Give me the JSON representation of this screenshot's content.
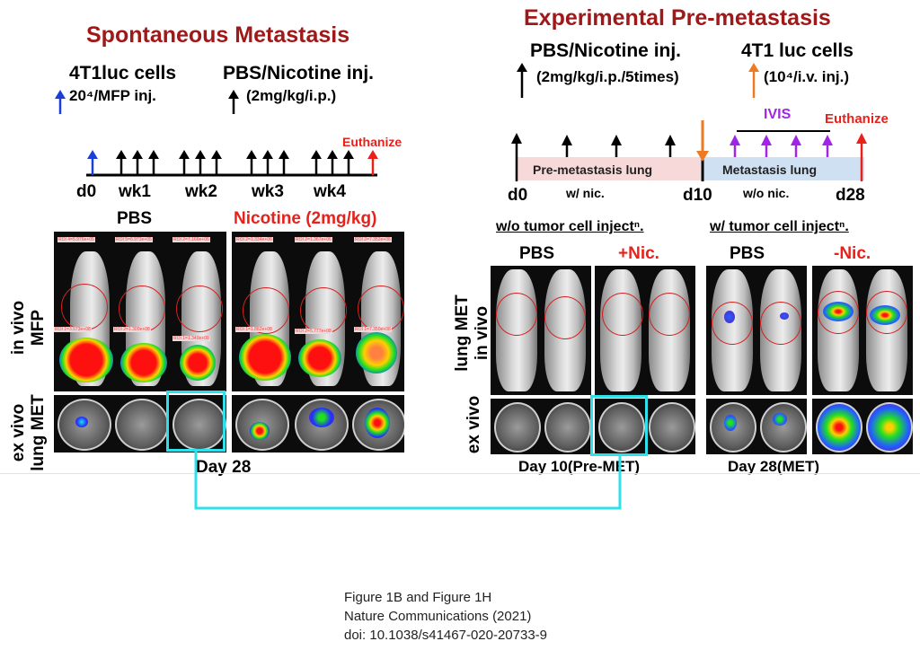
{
  "left": {
    "title": "Spontaneous Metastasis",
    "cells_label": "4T1luc cells",
    "cells_dose": "20⁴/MFP inj.",
    "inj_label": "PBS/Nicotine inj.",
    "inj_dose": "(2mg/kg/i.p.)",
    "euthanize": "Euthanize",
    "ticks": [
      "d0",
      "wk1",
      "wk2",
      "wk3",
      "wk4"
    ],
    "group_pbs": "PBS",
    "group_nic": "Nicotine (2mg/kg)",
    "row1": "in vivo\nMFP",
    "row2": "ex vivo\nlung MET",
    "day": "Day 28",
    "roi_top": [
      "ROI 4=5.976e+05",
      "ROI 5=6.973e+05",
      "ROI 2=7.166e+06",
      "ROI 2=1.334e+06",
      "ROI 2=1.367e+06",
      "ROI 2=7.352e+06"
    ],
    "roi_mid": [
      "ROI 1=3.573e+08",
      "ROI 2=1.300e+08",
      "ROI 1=1.340e+08",
      "ROI 1=1.862e+08",
      "ROI 2=5.777e+08",
      "ROI 1=7.350e+08"
    ]
  },
  "right": {
    "title": "Experimental Pre-metastasis",
    "inj_label": "PBS/Nicotine inj.",
    "inj_dose": "(2mg/kg/i.p./5times)",
    "cells_label": "4T1 luc cells",
    "cells_dose": "(10⁴/i.v. inj.)",
    "ivis": "IVIS",
    "euthanize": "Euthanize",
    "bar_pre": "Pre-metastasis lung",
    "bar_met": "Metastasis lung",
    "wnic": "w/ nic.",
    "wonic": "w/o nic.",
    "ticks": [
      "d0",
      "d10",
      "d28"
    ],
    "wo_inject": "w/o tumor cell injectⁿ.",
    "w_inject": "w/ tumor cell injectⁿ.",
    "grp_pbs1": "PBS",
    "grp_nic1": "+Nic.",
    "grp_pbs2": "PBS",
    "grp_nic2": "-Nic.",
    "row1": "lung MET\nin vivo",
    "row2": "ex vivo",
    "day10": "Day 10(Pre-MET)",
    "day28": "Day 28(MET)"
  },
  "caption": {
    "line1": "Figure 1B and Figure 1H",
    "line2": "Nature Communications (2021)",
    "line3": "doi: 10.1038/s41467-020-20733-9"
  },
  "colors": {
    "title": "#a01818",
    "red": "#e8211b",
    "blue_arrow": "#1a3fd8",
    "orange_arrow": "#ee7a22",
    "purple_arrow": "#a125e6",
    "highlight": "#2fe0ea",
    "pre_bar": "#f7d9d9",
    "met_bar": "#cfe0f2"
  }
}
